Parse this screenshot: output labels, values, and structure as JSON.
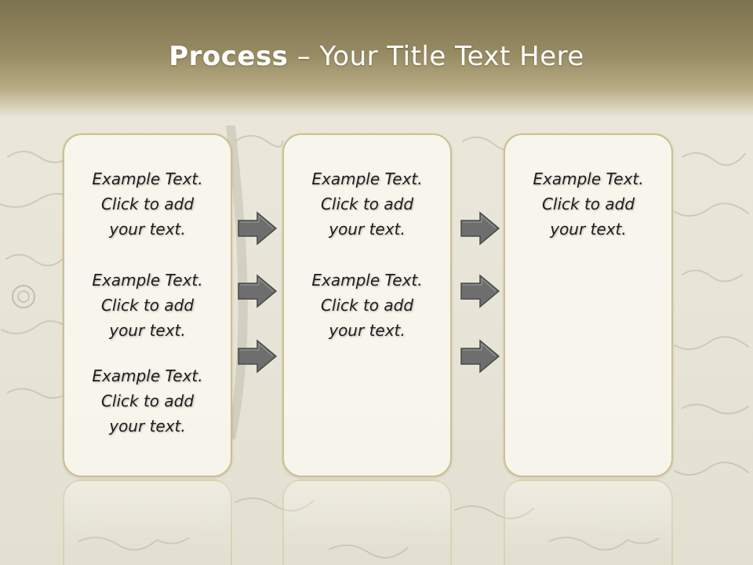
{
  "title": {
    "bold": "Process",
    "rest": " – Your Title Text Here"
  },
  "columns": [
    {
      "items": [
        "Example Text.\nClick  to add\nyour text.",
        "Example Text.\nClick  to add\nyour text.",
        "Example Text.\nClick  to add\nyour text."
      ]
    },
    {
      "items": [
        "Example Text.\nClick  to add\nyour text.",
        "Example Text.\nClick  to add\nyour text."
      ]
    },
    {
      "items": [
        "Example Text.\nClick  to add\nyour text."
      ]
    }
  ],
  "colors": {
    "header": "#8f845c",
    "box_border": "#cdbf8f",
    "arrow_fill": "#6e6e6e"
  },
  "icons": [
    "arrow-right-icon"
  ]
}
